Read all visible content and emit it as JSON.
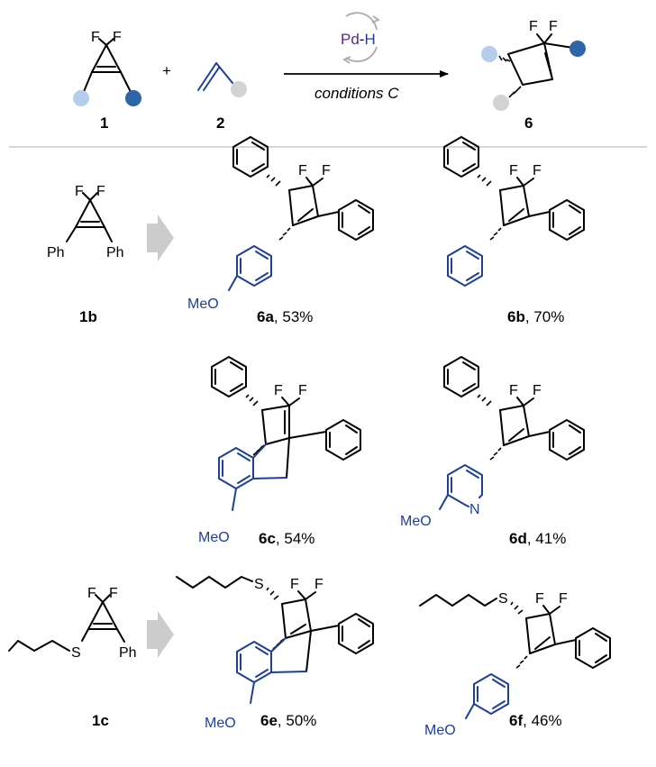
{
  "colors": {
    "blue": "#1f3e9c",
    "light_blue": "#b5cdec",
    "dark_blue": "#2e64a8",
    "grey_circle": "#d3d3d3",
    "divider": "#c8c8c8",
    "gray_arrow": "#cccccc"
  },
  "scheme": {
    "reactant_label": "1",
    "alkene_label": "2",
    "product_label": "6",
    "plus": "+",
    "catalyst": {
      "pd": "Pd",
      "dash": "-",
      "h": "H"
    },
    "conditions": "conditions C"
  },
  "atoms": {
    "F": "F",
    "Ph": "Ph",
    "S": "S",
    "N": "N",
    "MeO": "MeO"
  },
  "substrates": [
    {
      "id": "1b",
      "label": "1b"
    },
    {
      "id": "1c",
      "label": "1c"
    }
  ],
  "products": [
    {
      "id": "6a",
      "label": "6a",
      "yield": ", 53%"
    },
    {
      "id": "6b",
      "label": "6b",
      "yield": ", 70%"
    },
    {
      "id": "6c",
      "label": "6c",
      "yield": ", 54%"
    },
    {
      "id": "6d",
      "label": "6d",
      "yield": ", 41%"
    },
    {
      "id": "6e",
      "label": "6e",
      "yield": ", 50%"
    },
    {
      "id": "6f",
      "label": "6f",
      "yield": ", 46%"
    }
  ]
}
